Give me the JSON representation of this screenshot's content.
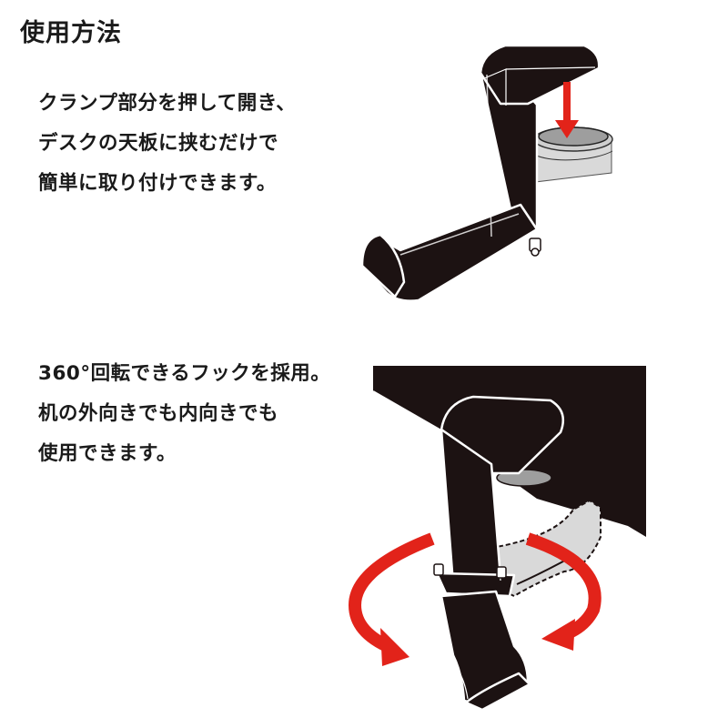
{
  "title": "使用方法",
  "section1": {
    "lines": [
      "クランプ部分を押して開き、",
      "デスクの天板に挟むだけで",
      "簡単に取り付けできます。"
    ]
  },
  "section2": {
    "lines": [
      "360°回転できるフックを採用。",
      "机の外向きでも内向きでも",
      "使用できます。"
    ]
  },
  "colors": {
    "product": "#1c1212",
    "arrow": "#e2231a",
    "shadow": "#d9d9d9"
  }
}
